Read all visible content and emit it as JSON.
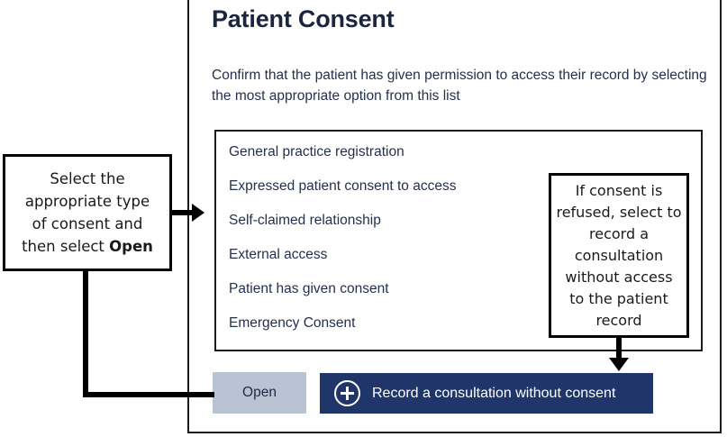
{
  "panel": {
    "title": "Patient Consent",
    "description": "Confirm that the patient has given permission to access their record by selecting the most appropriate option from this list"
  },
  "consent_list": {
    "options": [
      "General practice registration",
      "Expressed patient consent to access",
      "Self-claimed relationship",
      "External access",
      "Patient has given consent",
      "Emergency Consent"
    ]
  },
  "buttons": {
    "open_label": "Open",
    "record_label": "Record a consultation without consent",
    "record_icon": "plus-circle-icon"
  },
  "annotations": {
    "left": {
      "line1": "Select the",
      "line2": "appropriate type",
      "line3": "of consent and",
      "line4_prefix": "then select ",
      "line4_bold": "Open"
    },
    "right": {
      "text": "If consent is refused, select to record a consultation without access to the patient record"
    }
  },
  "colors": {
    "accent_navy": "#20356a",
    "open_button": "#b9c3d3",
    "text_navy": "#25304d",
    "annotation_border": "#000000"
  }
}
